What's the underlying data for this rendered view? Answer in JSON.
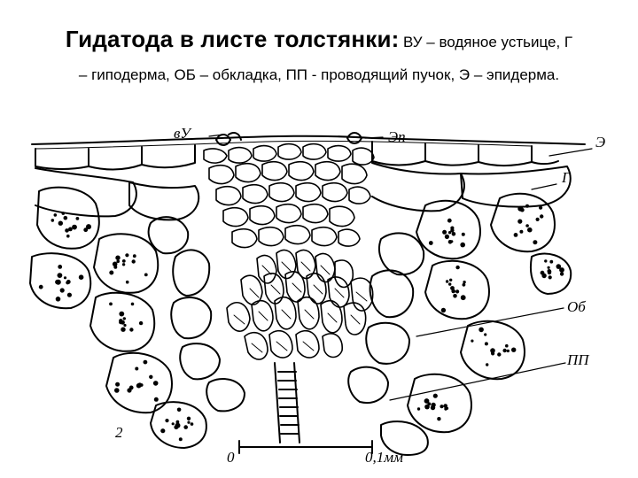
{
  "caption": {
    "title": "Гидатода в листе толстянки:",
    "line1_rest": "ВУ – водяное устьице, Г",
    "line2": "– гиподерма, ОБ – обкладка, ПП - проводящий пучок, Э – эпидерма."
  },
  "figure": {
    "labels": {
      "vu": "вУ",
      "ep": "Эп",
      "e": "Э",
      "g": "Г",
      "ob": "Об",
      "pp": "ПП",
      "two": "2",
      "zero": "0",
      "scale": "0,1мм"
    }
  }
}
